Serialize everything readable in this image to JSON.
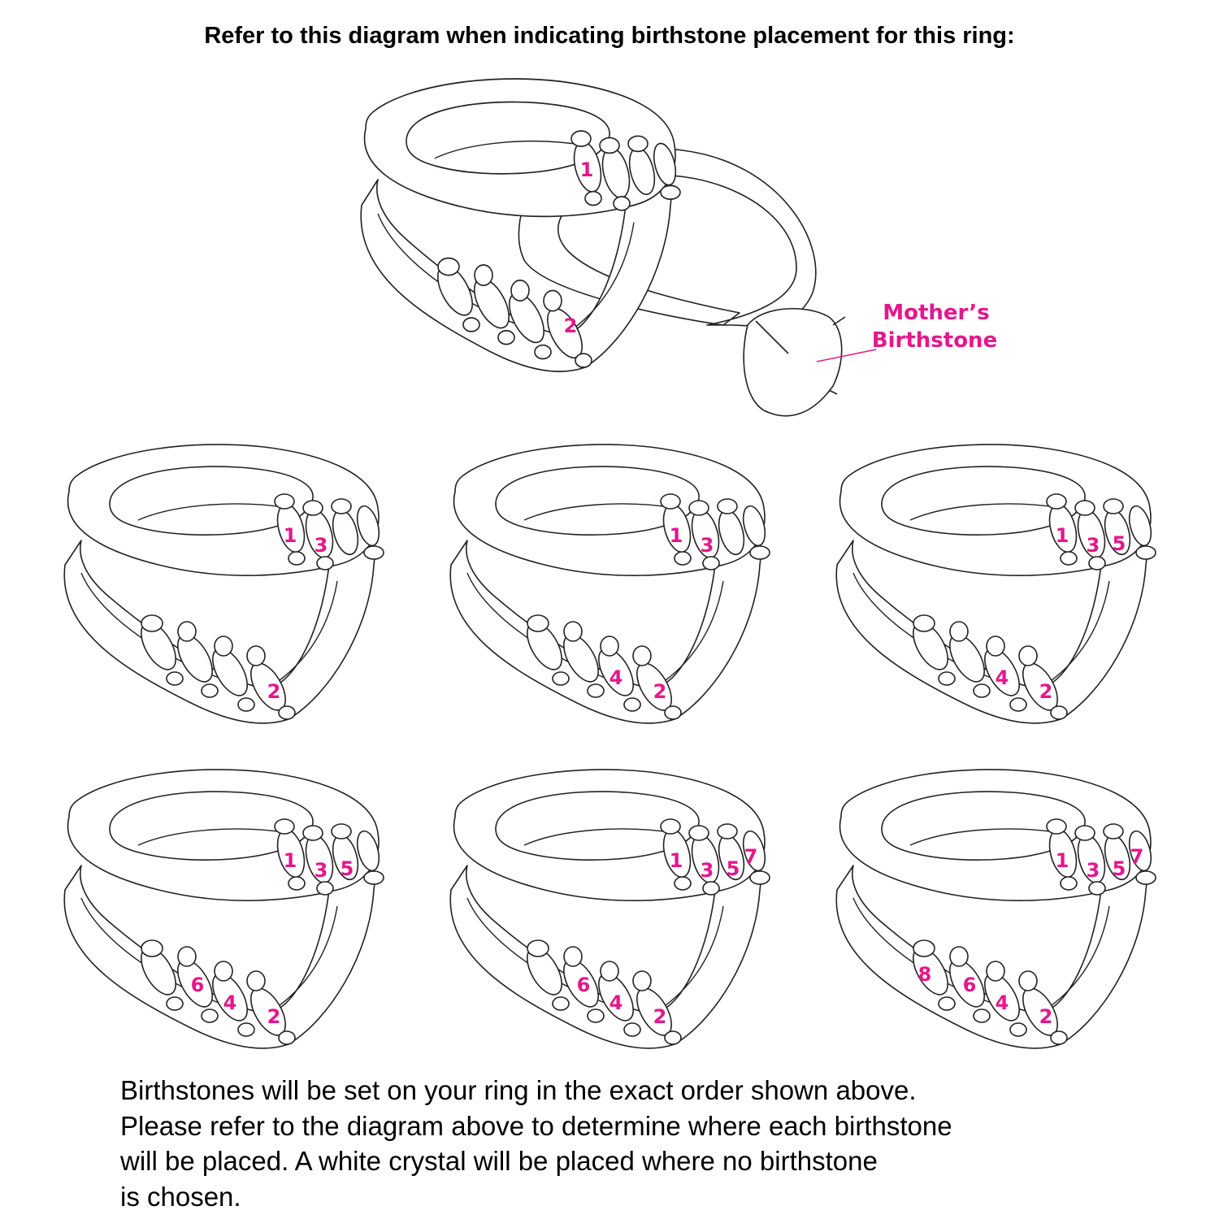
{
  "title": "Refer to this diagram when indicating birthstone placement for this ring:",
  "main_ring": {
    "stones": [
      "1",
      "2"
    ],
    "center_label_line1": "Mother’s",
    "center_label_line2": "Birthstone"
  },
  "rings": [
    {
      "top": [
        "1",
        "3"
      ],
      "bottom": [
        "2"
      ]
    },
    {
      "top": [
        "1",
        "3"
      ],
      "bottom": [
        "4",
        "2"
      ]
    },
    {
      "top": [
        "1",
        "3",
        "5"
      ],
      "bottom": [
        "4",
        "2"
      ]
    },
    {
      "top": [
        "1",
        "3",
        "5"
      ],
      "bottom": [
        "6",
        "4",
        "2"
      ]
    },
    {
      "top": [
        "1",
        "3",
        "5",
        "7"
      ],
      "bottom": [
        "6",
        "4",
        "2"
      ]
    },
    {
      "top": [
        "1",
        "3",
        "5",
        "7"
      ],
      "bottom": [
        "8",
        "6",
        "4",
        "2"
      ]
    }
  ],
  "notes": [
    "Birthstones will be set on your ring in the exact order shown above.",
    "Please refer to the diagram above to determine where each birthstone",
    "will be placed. A white crystal will be placed where no birthstone",
    "is chosen."
  ],
  "accent_color": "#e6168c"
}
